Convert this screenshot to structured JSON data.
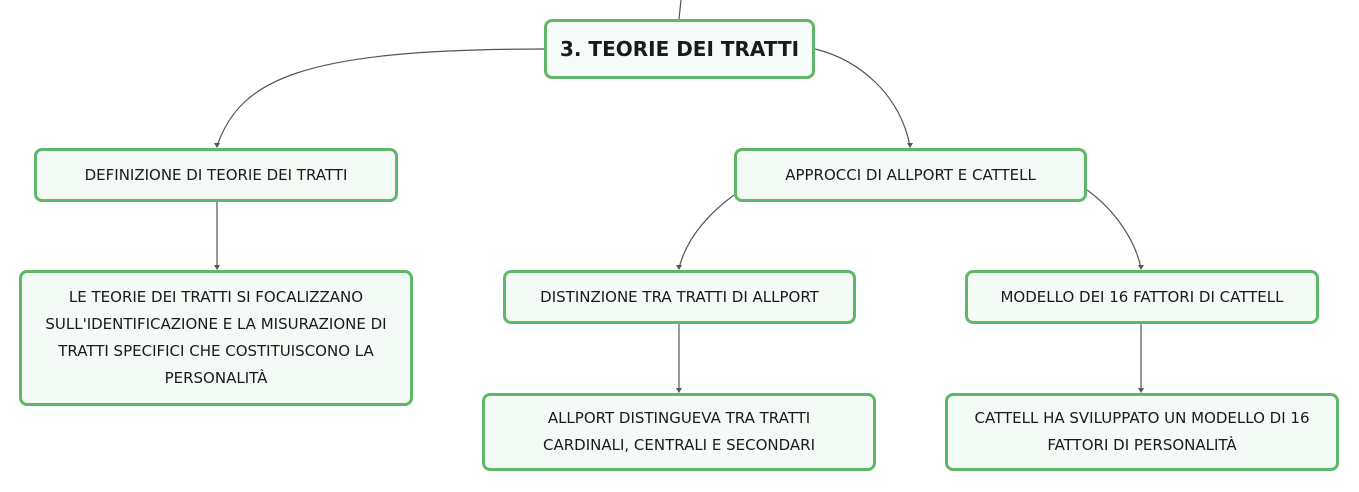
{
  "diagram": {
    "root": {
      "label": "3. TEORIE DEI TRATTI"
    },
    "definition": {
      "label": "DEFINIZIONE DI TEORIE DEI TRATTI",
      "detail": "LE TEORIE DEI TRATTI SI FOCALIZZANO\nSULL'IDENTIFICAZIONE E LA MISURAZIONE DI\nTRATTI SPECIFICI CHE COSTITUISCONO LA\nPERSONALITÀ"
    },
    "approaches": {
      "label": "APPROCCI DI ALLPORT E CATTELL",
      "allport": {
        "label": "DISTINZIONE TRA TRATTI DI ALLPORT",
        "detail": "ALLPORT DISTINGUEVA TRA TRATTI\nCARDINALI, CENTRALI E SECONDARI"
      },
      "cattell": {
        "label": "MODELLO DEI 16 FATTORI DI CATTELL",
        "detail": "CATTELL HA SVILUPPATO UN MODELLO DI 16\nFATTORI DI PERSONALITÀ"
      }
    },
    "colors": {
      "node_border": "#5fb86a",
      "node_fill": "#f4faf5",
      "connector": "#555555",
      "text": "#1a1a1a"
    }
  }
}
